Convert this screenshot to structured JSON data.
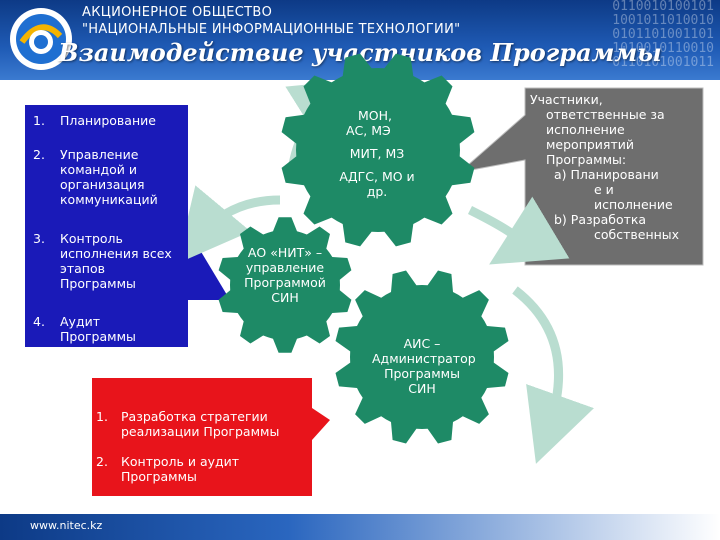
{
  "header": {
    "company_line1": "АКЦИОНЕРНОЕ ОБЩЕСТВО",
    "company_line2": "\"НАЦИОНАЛЬНЫЕ ИНФОРМАЦИОННЫЕ ТЕХНОЛОГИИ\"",
    "title": "Взаимодействие участников Программы",
    "binary": "0110010100101\n1001011010010\n0101101001101\n1010010110010\n0110101001011"
  },
  "footer": {
    "url": "www.nitec.kz"
  },
  "left_box": {
    "items": [
      {
        "num": "1.",
        "text": "Планирование"
      },
      {
        "num": "2.",
        "text": "Управление командой и организация коммуникаций"
      },
      {
        "num": "3.",
        "text": "Контроль исполнения всех этапов Программы"
      },
      {
        "num": "4.",
        "text": "Аудит Программы"
      }
    ]
  },
  "gears": {
    "top": "МОН, АС, МЭ МИТ, МЗ АДГС, МО и др.",
    "top_lines": [
      "МОН,",
      "АС, МЭ",
      "МИТ, МЗ",
      "АДГС, МО и",
      "др."
    ],
    "middle_lines": [
      "АО «НИТ» –",
      "управление",
      "Программой",
      "СИН"
    ],
    "bottom_lines": [
      "АИС –",
      "Администратор",
      "Программы",
      "СИН"
    ]
  },
  "right_callout": {
    "line1": "Участники,",
    "line2": "ответственные за",
    "line3": "исполнение",
    "line4": "мероприятий",
    "line5": "Программы:",
    "a_label": "a)",
    "a_text1": "Планировани",
    "a_text2": "е и",
    "a_text3": "исполнение",
    "b_label": "b)",
    "b_text1": "Разработка",
    "b_text2": "собственных"
  },
  "bottom_box": {
    "items": [
      {
        "num": "1.",
        "text": "Разработка стратегии реализации Программы"
      },
      {
        "num": "2.",
        "text": "Контроль и аудит Программы"
      }
    ]
  },
  "colors": {
    "header_blue": "#1f5bb5",
    "gear_green": "#1e8a66",
    "left_box_blue": "#1a1ab8",
    "callout_gray": "#6e6e6e",
    "bottom_red": "#e8141b",
    "arrow_mint": "#b9ddd0"
  }
}
